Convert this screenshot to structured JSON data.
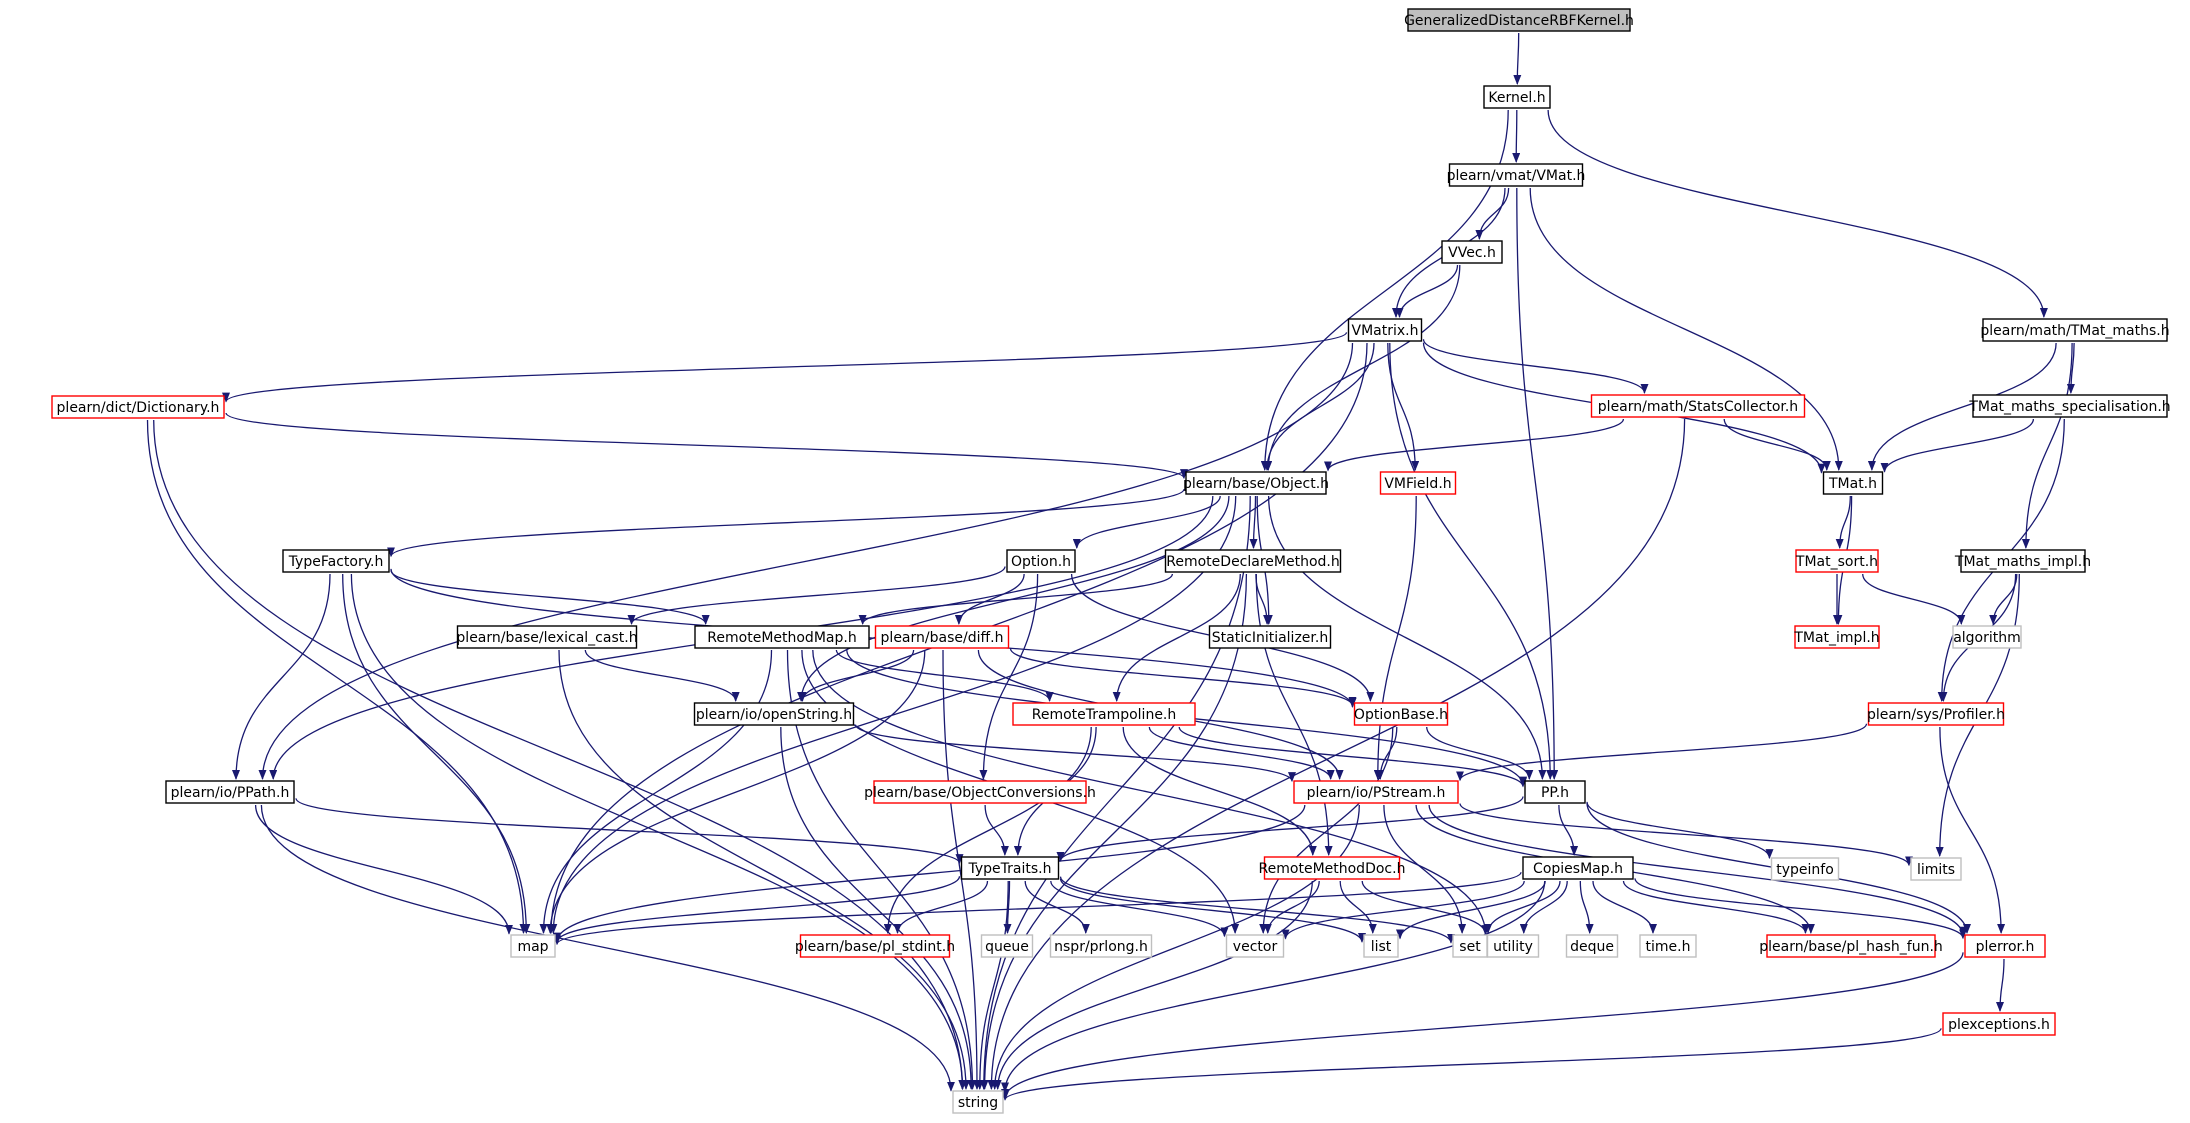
{
  "colors": {
    "edge": "#191970",
    "root_fill": "#bfbfbf",
    "normal_border": "#000000",
    "red_border": "#ff0000",
    "external_border": "#bfbfbf"
  },
  "nodes": [
    {
      "id": "root",
      "label": "GeneralizedDistanceRBFKernel.h",
      "style": "root"
    },
    {
      "id": "kernel",
      "label": "Kernel.h",
      "style": "normal"
    },
    {
      "id": "vmat",
      "label": "plearn/vmat/VMat.h",
      "style": "normal"
    },
    {
      "id": "vvec",
      "label": "VVec.h",
      "style": "normal"
    },
    {
      "id": "vmatrix",
      "label": "VMatrix.h",
      "style": "normal"
    },
    {
      "id": "tmatmaths",
      "label": "plearn/math/TMat_maths.h",
      "style": "normal"
    },
    {
      "id": "tmatspec",
      "label": "TMat_maths_specialisation.h",
      "style": "normal"
    },
    {
      "id": "dictionary",
      "label": "plearn/dict/Dictionary.h",
      "style": "red"
    },
    {
      "id": "statscollector",
      "label": "plearn/math/StatsCollector.h",
      "style": "red"
    },
    {
      "id": "object",
      "label": "plearn/base/Object.h",
      "style": "normal"
    },
    {
      "id": "vmfield",
      "label": "VMField.h",
      "style": "red"
    },
    {
      "id": "tmat",
      "label": "TMat.h",
      "style": "normal"
    },
    {
      "id": "typefactory",
      "label": "TypeFactory.h",
      "style": "normal"
    },
    {
      "id": "option",
      "label": "Option.h",
      "style": "normal"
    },
    {
      "id": "remotedeclare",
      "label": "RemoteDeclareMethod.h",
      "style": "normal"
    },
    {
      "id": "tmatsort",
      "label": "TMat_sort.h",
      "style": "red"
    },
    {
      "id": "tmatmathsimpl",
      "label": "TMat_maths_impl.h",
      "style": "normal"
    },
    {
      "id": "lexicalcast",
      "label": "plearn/base/lexical_cast.h",
      "style": "normal"
    },
    {
      "id": "remotemethodmap",
      "label": "RemoteMethodMap.h",
      "style": "normal"
    },
    {
      "id": "diff",
      "label": "plearn/base/diff.h",
      "style": "red"
    },
    {
      "id": "staticinit",
      "label": "StaticInitializer.h",
      "style": "normal"
    },
    {
      "id": "tmatimpl",
      "label": "TMat_impl.h",
      "style": "red"
    },
    {
      "id": "algorithm",
      "label": "algorithm",
      "style": "external"
    },
    {
      "id": "openstring",
      "label": "plearn/io/openString.h",
      "style": "normal"
    },
    {
      "id": "remotetrampoline",
      "label": "RemoteTrampoline.h",
      "style": "red"
    },
    {
      "id": "optionbase",
      "label": "OptionBase.h",
      "style": "red"
    },
    {
      "id": "profiler",
      "label": "plearn/sys/Profiler.h",
      "style": "red"
    },
    {
      "id": "ppath",
      "label": "plearn/io/PPath.h",
      "style": "normal"
    },
    {
      "id": "objconv",
      "label": "plearn/base/ObjectConversions.h",
      "style": "red"
    },
    {
      "id": "pstream",
      "label": "plearn/io/PStream.h",
      "style": "red"
    },
    {
      "id": "pp",
      "label": "PP.h",
      "style": "normal"
    },
    {
      "id": "typeinfo",
      "label": "typeinfo",
      "style": "external"
    },
    {
      "id": "limits",
      "label": "limits",
      "style": "external"
    },
    {
      "id": "typetraits",
      "label": "TypeTraits.h",
      "style": "normal"
    },
    {
      "id": "remotemethoddoc",
      "label": "RemoteMethodDoc.h",
      "style": "red"
    },
    {
      "id": "copiesmap",
      "label": "CopiesMap.h",
      "style": "normal"
    },
    {
      "id": "map",
      "label": "map",
      "style": "external"
    },
    {
      "id": "plstdint",
      "label": "plearn/base/pl_stdint.h",
      "style": "red"
    },
    {
      "id": "queue",
      "label": "queue",
      "style": "external"
    },
    {
      "id": "prlong",
      "label": "nspr/prlong.h",
      "style": "external"
    },
    {
      "id": "vector",
      "label": "vector",
      "style": "external"
    },
    {
      "id": "list",
      "label": "list",
      "style": "external"
    },
    {
      "id": "set",
      "label": "set",
      "style": "external"
    },
    {
      "id": "utility",
      "label": "utility",
      "style": "external"
    },
    {
      "id": "deque",
      "label": "deque",
      "style": "external"
    },
    {
      "id": "timeh",
      "label": "time.h",
      "style": "external"
    },
    {
      "id": "plhash",
      "label": "plearn/base/pl_hash_fun.h",
      "style": "red"
    },
    {
      "id": "plerror",
      "label": "plerror.h",
      "style": "red"
    },
    {
      "id": "plexceptions",
      "label": "plexceptions.h",
      "style": "red"
    },
    {
      "id": "string",
      "label": "string",
      "style": "external"
    }
  ],
  "edges": [
    [
      "root",
      "kernel"
    ],
    [
      "kernel",
      "object"
    ],
    [
      "kernel",
      "vmat"
    ],
    [
      "kernel",
      "tmatmaths"
    ],
    [
      "vmat",
      "vmatrix"
    ],
    [
      "vmat",
      "vvec"
    ],
    [
      "vmat",
      "tmat"
    ],
    [
      "vmat",
      "pp"
    ],
    [
      "vvec",
      "vmatrix"
    ],
    [
      "vvec",
      "object"
    ],
    [
      "tmatmaths",
      "tmat"
    ],
    [
      "tmatmaths",
      "tmatspec"
    ],
    [
      "tmatmaths",
      "tmatmathsimpl"
    ],
    [
      "tmatspec",
      "tmat"
    ],
    [
      "tmatspec",
      "profiler"
    ],
    [
      "vmatrix",
      "map"
    ],
    [
      "vmatrix",
      "dictionary"
    ],
    [
      "vmatrix",
      "ppath"
    ],
    [
      "vmatrix",
      "object"
    ],
    [
      "vmatrix",
      "vmfield"
    ],
    [
      "vmatrix",
      "statscollector"
    ],
    [
      "vmatrix",
      "tmat"
    ],
    [
      "vmatrix",
      "pp"
    ],
    [
      "dictionary",
      "object"
    ],
    [
      "dictionary",
      "map"
    ],
    [
      "dictionary",
      "string"
    ],
    [
      "statscollector",
      "object"
    ],
    [
      "statscollector",
      "tmat"
    ],
    [
      "statscollector",
      "string"
    ],
    [
      "vmfield",
      "pstream"
    ],
    [
      "tmat",
      "tmatsort"
    ],
    [
      "tmat",
      "tmatimpl"
    ],
    [
      "tmatsort",
      "tmatimpl"
    ],
    [
      "tmatsort",
      "algorithm"
    ],
    [
      "tmatmathsimpl",
      "algorithm"
    ],
    [
      "tmatmathsimpl",
      "profiler"
    ],
    [
      "tmatmathsimpl",
      "limits"
    ],
    [
      "profiler",
      "pstream"
    ],
    [
      "profiler",
      "plerror"
    ],
    [
      "object",
      "typefactory"
    ],
    [
      "object",
      "ppath"
    ],
    [
      "object",
      "map"
    ],
    [
      "object",
      "openstring"
    ],
    [
      "object",
      "option"
    ],
    [
      "object",
      "remotedeclare"
    ],
    [
      "object",
      "staticinit"
    ],
    [
      "object",
      "pp"
    ],
    [
      "object",
      "string"
    ],
    [
      "typefactory",
      "ppath"
    ],
    [
      "typefactory",
      "map"
    ],
    [
      "typefactory",
      "string"
    ],
    [
      "typefactory",
      "remotemethodmap"
    ],
    [
      "typefactory",
      "optionbase"
    ],
    [
      "option",
      "lexicalcast"
    ],
    [
      "option",
      "diff"
    ],
    [
      "option",
      "objconv"
    ],
    [
      "option",
      "optionbase"
    ],
    [
      "remotedeclare",
      "remotemethodmap"
    ],
    [
      "remotedeclare",
      "staticinit"
    ],
    [
      "remotedeclare",
      "remotetrampoline"
    ],
    [
      "remotedeclare",
      "remotemethoddoc"
    ],
    [
      "remotedeclare",
      "string"
    ],
    [
      "lexicalcast",
      "openstring"
    ],
    [
      "lexicalcast",
      "string"
    ],
    [
      "remotemethodmap",
      "map"
    ],
    [
      "remotemethodmap",
      "string"
    ],
    [
      "remotemethodmap",
      "vector"
    ],
    [
      "remotemethodmap",
      "remotetrampoline"
    ],
    [
      "remotemethodmap",
      "pp"
    ],
    [
      "remotemethodmap",
      "utility"
    ],
    [
      "diff",
      "openstring"
    ],
    [
      "diff",
      "map"
    ],
    [
      "diff",
      "string"
    ],
    [
      "diff",
      "optionbase"
    ],
    [
      "diff",
      "pstream"
    ],
    [
      "openstring",
      "pstream"
    ],
    [
      "openstring",
      "string"
    ],
    [
      "remotetrampoline",
      "pstream"
    ],
    [
      "remotetrampoline",
      "typetraits"
    ],
    [
      "remotetrampoline",
      "remotemethoddoc"
    ],
    [
      "remotetrampoline",
      "pp"
    ],
    [
      "remotetrampoline",
      "plstdint"
    ],
    [
      "optionbase",
      "pstream"
    ],
    [
      "optionbase",
      "pp"
    ],
    [
      "optionbase",
      "vector"
    ],
    [
      "ppath",
      "typetraits"
    ],
    [
      "ppath",
      "map"
    ],
    [
      "ppath",
      "string"
    ],
    [
      "objconv",
      "typetraits"
    ],
    [
      "pstream",
      "map"
    ],
    [
      "pstream",
      "string"
    ],
    [
      "pstream",
      "set"
    ],
    [
      "pstream",
      "limits"
    ],
    [
      "pstream",
      "plhash"
    ],
    [
      "pstream",
      "plerror"
    ],
    [
      "pp",
      "typetraits"
    ],
    [
      "pp",
      "copiesmap"
    ],
    [
      "pp",
      "typeinfo"
    ],
    [
      "pp",
      "plerror"
    ],
    [
      "typetraits",
      "map"
    ],
    [
      "typetraits",
      "plstdint"
    ],
    [
      "typetraits",
      "queue"
    ],
    [
      "typetraits",
      "prlong"
    ],
    [
      "typetraits",
      "vector"
    ],
    [
      "typetraits",
      "list"
    ],
    [
      "typetraits",
      "set"
    ],
    [
      "typetraits",
      "string"
    ],
    [
      "remotemethoddoc",
      "list"
    ],
    [
      "remotemethoddoc",
      "vector"
    ],
    [
      "remotemethoddoc",
      "utility"
    ],
    [
      "remotemethoddoc",
      "string"
    ],
    [
      "copiesmap",
      "map"
    ],
    [
      "copiesmap",
      "vector"
    ],
    [
      "copiesmap",
      "list"
    ],
    [
      "copiesmap",
      "set"
    ],
    [
      "copiesmap",
      "utility"
    ],
    [
      "copiesmap",
      "deque"
    ],
    [
      "copiesmap",
      "timeh"
    ],
    [
      "copiesmap",
      "plhash"
    ],
    [
      "copiesmap",
      "plerror"
    ],
    [
      "copiesmap",
      "string"
    ],
    [
      "plerror",
      "plexceptions"
    ],
    [
      "plerror",
      "string"
    ],
    [
      "plexceptions",
      "string"
    ]
  ]
}
